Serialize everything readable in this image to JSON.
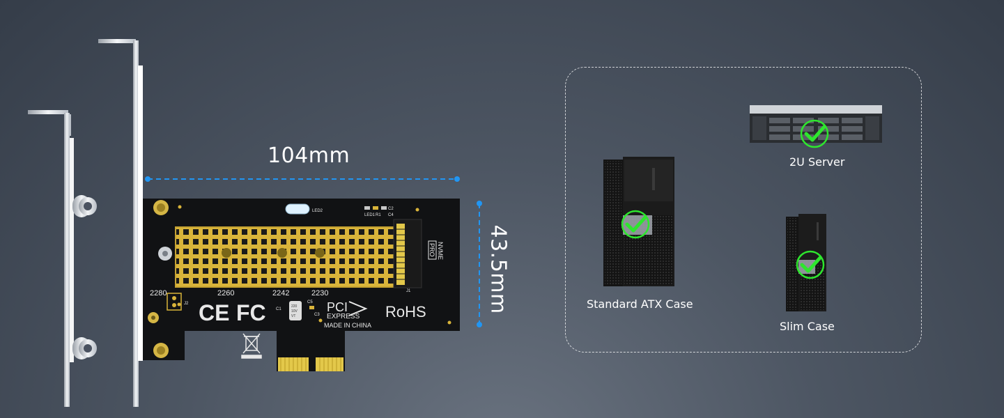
{
  "dimensions": {
    "width_label": "104mm",
    "height_label": "43.5mm"
  },
  "board": {
    "nvme_label": "NVME",
    "pro_label": "PRO",
    "size_labels": [
      "2280",
      "2260",
      "2242",
      "2230"
    ],
    "ce_mark": "CE",
    "fc_mark": "FC",
    "pci_label": "PCI",
    "express_label": "EXPRESS",
    "made_in": "MADE IN CHINA",
    "rohs_label": "RoHS",
    "led2_label": "LED2",
    "led1_label": "LED1",
    "r1_label": "R1",
    "c2_label": "C2",
    "c4_label": "C4",
    "c1_label": "C1",
    "c3_label": "C3",
    "c5_label": "C5",
    "j1_label": "J1",
    "j2_label": "J2",
    "cap_text": [
      "220",
      "10V",
      "VT"
    ]
  },
  "compatibility": {
    "items": [
      {
        "label": "2U Server"
      },
      {
        "label": "Standard ATX Case"
      },
      {
        "label": "Slim Case"
      }
    ],
    "check_color": "#2ee62e",
    "accent_color": "#1e90ff"
  }
}
